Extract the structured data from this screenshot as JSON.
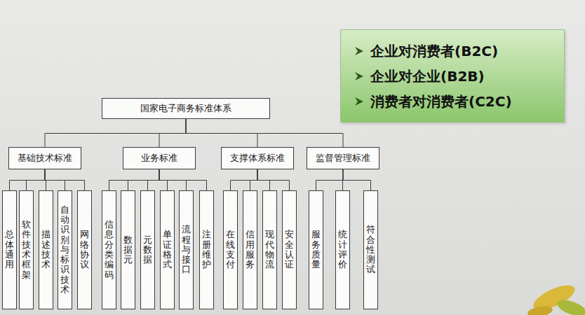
{
  "diagram": {
    "nodes": [
      {
        "text": [
          "国家电子商务标准体系"
        ]
      },
      {
        "text": [
          "基础技术标准"
        ]
      },
      {
        "text": [
          "业务标准"
        ]
      },
      {
        "text": [
          "支撑体系标准"
        ]
      },
      {
        "text": [
          "监督管理标准"
        ]
      },
      {
        "text": [
          "总体通用"
        ]
      },
      {
        "text": [
          "软件技术框架"
        ]
      },
      {
        "text": [
          "描述技术"
        ]
      },
      {
        "text": [
          "自动识别与标识技术"
        ]
      },
      {
        "text": [
          "网络协议"
        ]
      },
      {
        "text": [
          "信息分类编码"
        ]
      },
      {
        "text": [
          "数据元"
        ]
      },
      {
        "text": [
          "元数据"
        ]
      },
      {
        "text": [
          "单证格式"
        ]
      },
      {
        "text": [
          "流程与接口"
        ]
      },
      {
        "text": [
          "注册维护"
        ]
      },
      {
        "text": [
          "在线支付"
        ]
      },
      {
        "text": [
          "信用服务"
        ]
      },
      {
        "text": [
          "现代物流"
        ]
      },
      {
        "text": [
          "安全认证"
        ]
      },
      {
        "text": [
          "服务质量"
        ]
      },
      {
        "text": [
          "统计评价"
        ]
      },
      {
        "text": [
          "符合性测试"
        ]
      },
      {
        "text": [
          "企业对消费者(B2C)",
          "企业对企业(B2B)",
          "消费者对消费者(C2C)"
        ]
      }
    ],
    "edges": [
      {
        "from": 0,
        "to": 1,
        "arrow": "none"
      },
      {
        "from": 0,
        "to": 2,
        "arrow": "none"
      },
      {
        "from": 0,
        "to": 3,
        "arrow": "none"
      },
      {
        "from": 0,
        "to": 4,
        "arrow": "none"
      },
      {
        "from": 1,
        "to": 5,
        "arrow": "none"
      },
      {
        "from": 1,
        "to": 6,
        "arrow": "none"
      },
      {
        "from": 1,
        "to": 7,
        "arrow": "none"
      },
      {
        "from": 1,
        "to": 8,
        "arrow": "none"
      },
      {
        "from": 1,
        "to": 9,
        "arrow": "none"
      },
      {
        "from": 2,
        "to": 10,
        "arrow": "none"
      },
      {
        "from": 2,
        "to": 11,
        "arrow": "none"
      },
      {
        "from": 2,
        "to": 12,
        "arrow": "none"
      },
      {
        "from": 2,
        "to": 13,
        "arrow": "none"
      },
      {
        "from": 2,
        "to": 14,
        "arrow": "none"
      },
      {
        "from": 2,
        "to": 15,
        "arrow": "none"
      },
      {
        "from": 3,
        "to": 16,
        "arrow": "none"
      },
      {
        "from": 3,
        "to": 17,
        "arrow": "none"
      },
      {
        "from": 3,
        "to": 18,
        "arrow": "none"
      },
      {
        "from": 3,
        "to": 19,
        "arrow": "none"
      },
      {
        "from": 4,
        "to": 20,
        "arrow": "none"
      },
      {
        "from": 4,
        "to": 21,
        "arrow": "none"
      },
      {
        "from": 4,
        "to": 22,
        "arrow": "none"
      }
    ]
  }
}
